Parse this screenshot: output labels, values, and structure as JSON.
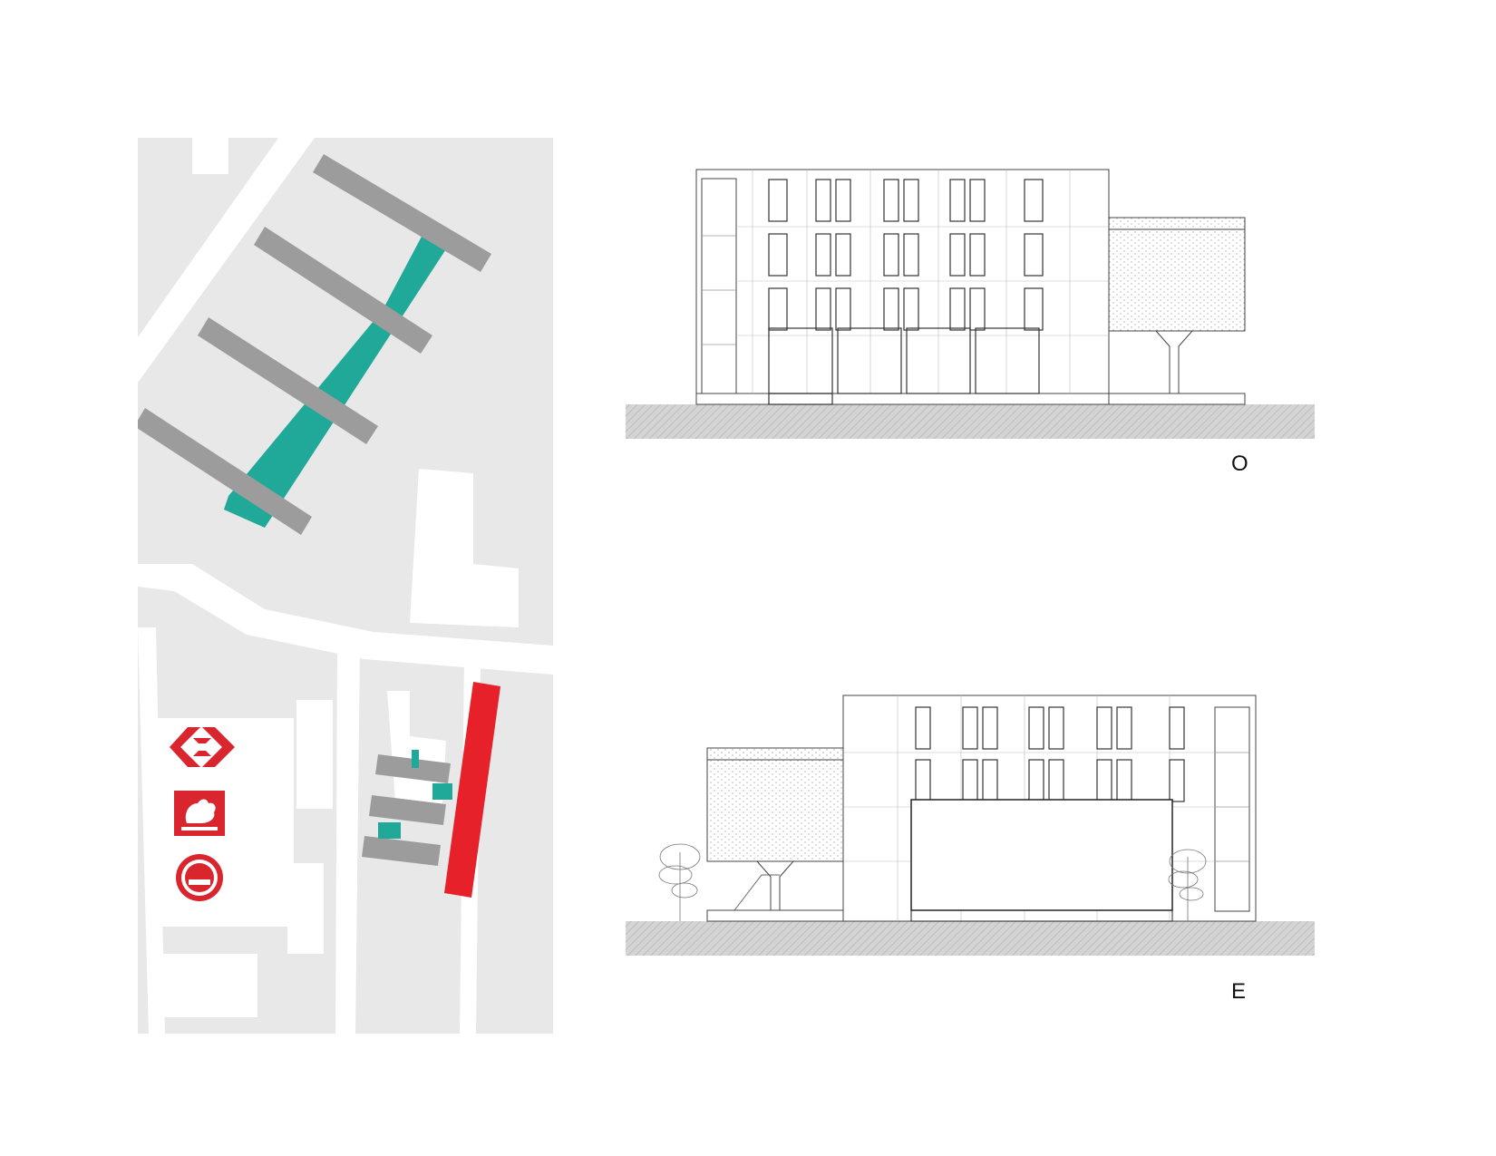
{
  "elevations": {
    "top_label": "O",
    "bottom_label": "E"
  },
  "colors": {
    "site_background": "#e8e8e8",
    "buildings_grey": "#9c9c9c",
    "teal_highlight": "#20a999",
    "red_highlight": "#e62129",
    "logo_red": "#d9262e",
    "ground_hatch": "#cfcfcf",
    "line": "#444444"
  },
  "logos": {
    "top": "chevron-logo",
    "middle": "rooster-logo",
    "bottom": "seal-logo"
  }
}
